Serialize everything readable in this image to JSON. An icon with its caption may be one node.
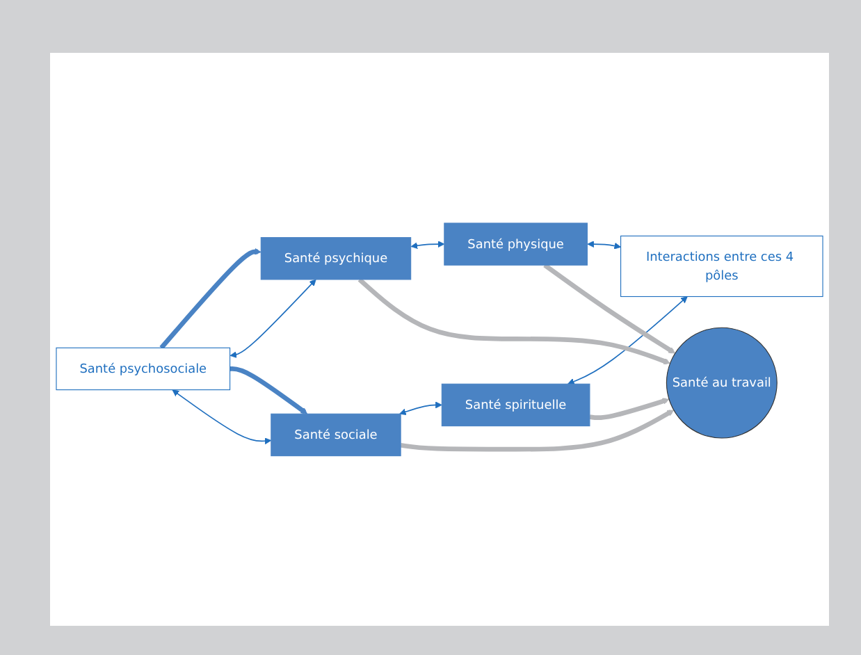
{
  "diagram": {
    "nodes": [
      {
        "text": [
          "Santé psychique"
        ]
      },
      {
        "text": [
          "Santé physique"
        ]
      },
      {
        "text": [
          "Santé au travail"
        ]
      },
      {
        "text": [
          "Santé psychosociale"
        ]
      },
      {
        "text": [
          "Interactions entre ces 4 pôles"
        ]
      },
      {
        "text": [
          "Santé sociale"
        ]
      },
      {
        "text": [
          "Santé spirituelle"
        ]
      }
    ],
    "edges": [
      {
        "from": 3,
        "to": 0,
        "arrow": "to",
        "style": "thick",
        "color": "#4a83c4"
      },
      {
        "from": 3,
        "to": 0,
        "arrow": "both"
      },
      {
        "from": 3,
        "to": 5,
        "arrow": "to",
        "style": "thick",
        "color": "#4a83c4"
      },
      {
        "from": 3,
        "to": 5,
        "arrow": "both"
      },
      {
        "from": 0,
        "to": 1,
        "arrow": "both"
      },
      {
        "from": 5,
        "to": 6,
        "arrow": "both"
      },
      {
        "from": 1,
        "to": 4,
        "arrow": "both"
      },
      {
        "from": 6,
        "to": 4,
        "arrow": "both"
      },
      {
        "from": 0,
        "to": 2,
        "arrow": "to",
        "style": "thick",
        "color": "#b5b6b9"
      },
      {
        "from": 1,
        "to": 2,
        "arrow": "to",
        "style": "thick",
        "color": "#b5b6b9"
      },
      {
        "from": 5,
        "to": 2,
        "arrow": "to",
        "style": "thick",
        "color": "#b5b6b9"
      },
      {
        "from": 6,
        "to": 2,
        "arrow": "to",
        "style": "thick",
        "color": "#b5b6b9"
      }
    ]
  }
}
